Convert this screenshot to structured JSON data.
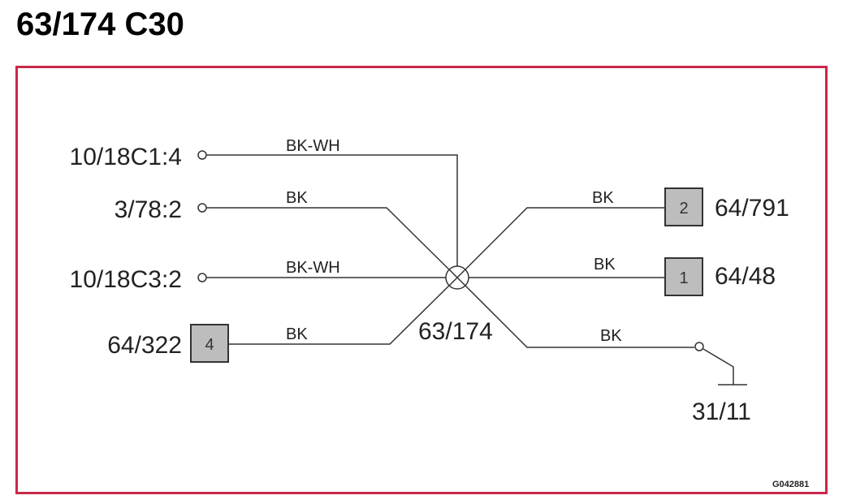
{
  "title": "63/174 C30",
  "splice": {
    "label": "63/174"
  },
  "left": [
    {
      "terminal": "10/18C1:4",
      "wire": "BK-WH"
    },
    {
      "terminal": "3/78:2",
      "wire": "BK"
    },
    {
      "terminal": "10/18C3:2",
      "wire": "BK-WH"
    },
    {
      "terminal": "64/322",
      "wire": "BK",
      "pin": "4"
    }
  ],
  "right": [
    {
      "terminal": "64/791",
      "wire": "BK",
      "pin": "2"
    },
    {
      "terminal": "64/48",
      "wire": "BK",
      "pin": "1"
    },
    {
      "terminal": "31/11",
      "wire": "BK"
    }
  ],
  "code": "G042881",
  "colors": {
    "frame": "#c8284a",
    "connector_fill": "#bdbdbd"
  }
}
